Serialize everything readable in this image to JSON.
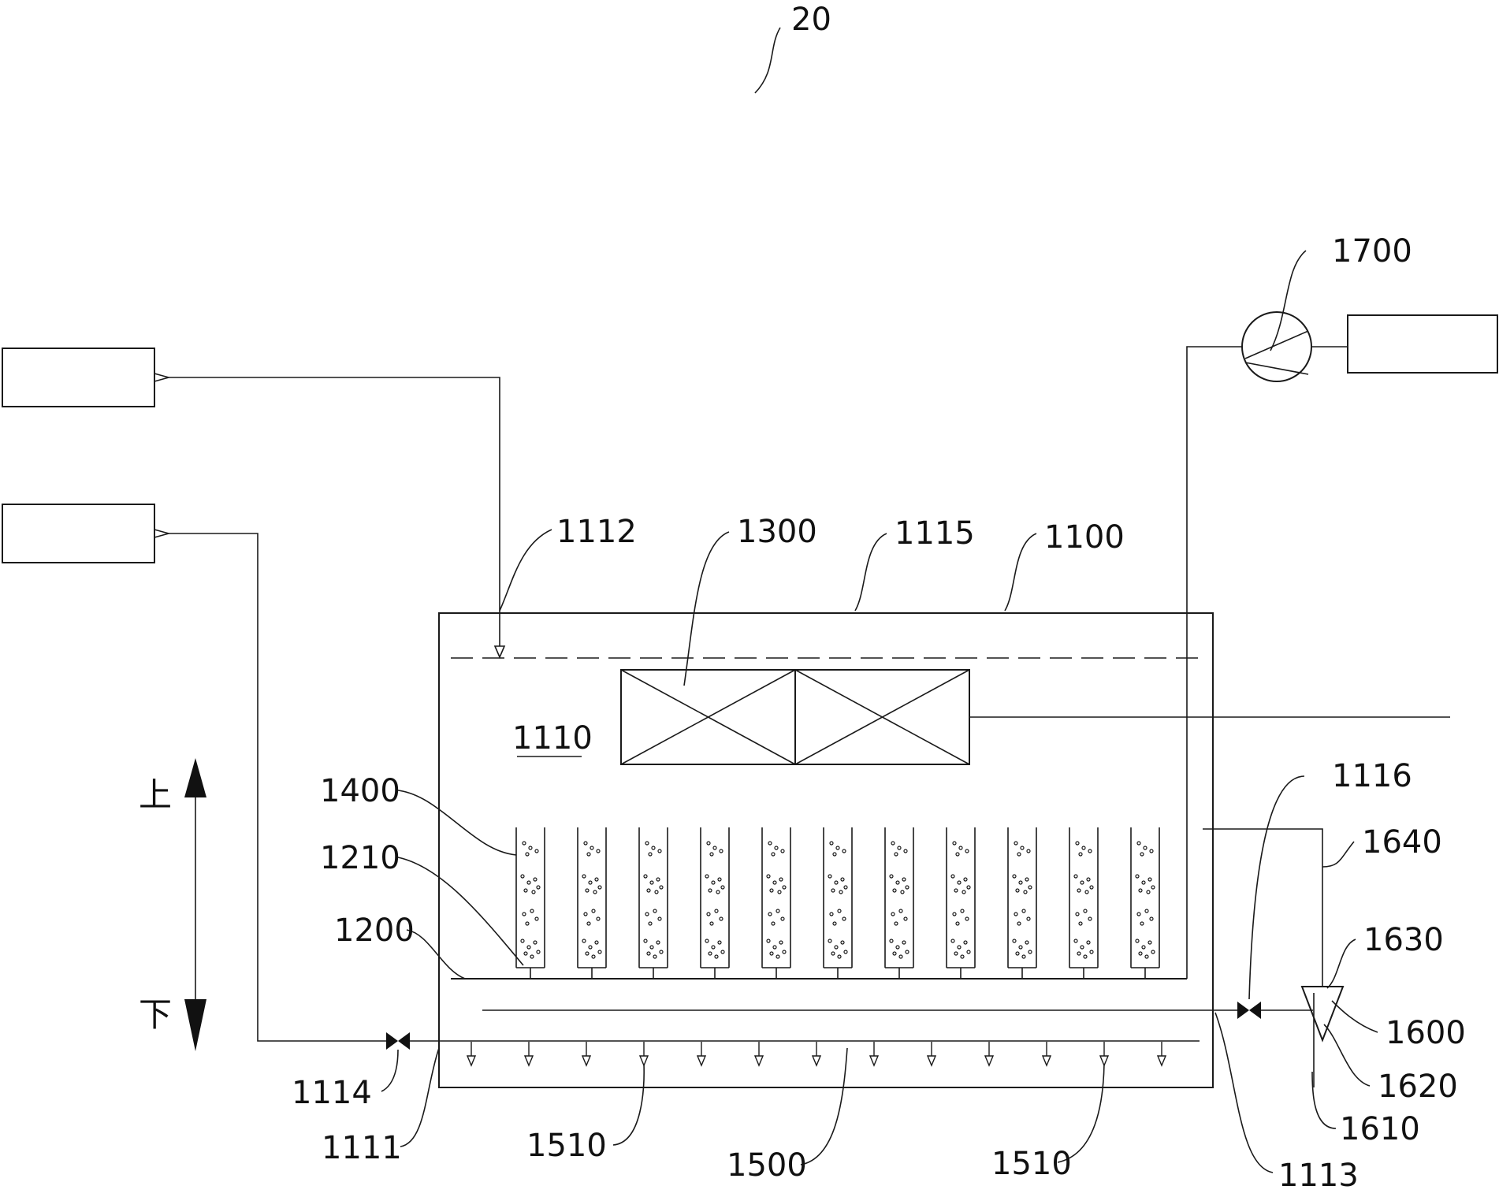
{
  "figure_number": "20",
  "labels": {
    "tank": "1100",
    "tank_bottom_inlet": "1111",
    "tank_top_inlet": "1112",
    "tank_outlet": "1113",
    "inlet_valve": "1114",
    "tank_wall": "1115",
    "outlet_valve": "1116",
    "chamber": "1110",
    "plate": "1200",
    "plate_nozzle": "1210",
    "heat_exchanger": "1300",
    "tubes": "1400",
    "aerator": "1500",
    "aerator_holes_left": "1510",
    "aerator_holes_right": "1510",
    "separator": "1600",
    "separator_bottom": "1610",
    "separator_cone": "1620",
    "separator_top": "1630",
    "return_pipe": "1640",
    "pump": "1700"
  },
  "orientation": {
    "up": "上",
    "down": "下"
  }
}
